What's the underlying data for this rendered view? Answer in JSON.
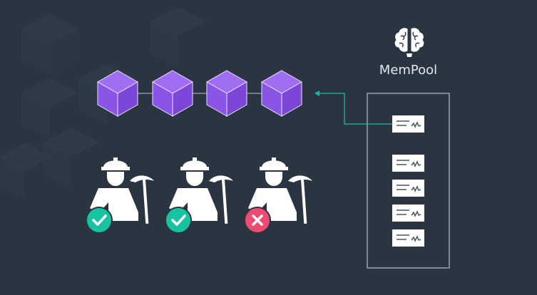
{
  "mempool": {
    "title": "MemPool",
    "transaction_count": 5,
    "queued_transaction_count": 4,
    "submitted_transaction_count": 1
  },
  "blockchain": {
    "block_count": 4,
    "block_color": "#8d57e8"
  },
  "miners": [
    {
      "status": "approved",
      "badge_icon": "checkmark-icon",
      "badge_color": "#17c3a1"
    },
    {
      "status": "approved",
      "badge_icon": "checkmark-icon",
      "badge_color": "#17c3a1"
    },
    {
      "status": "rejected",
      "badge_icon": "cross-icon",
      "badge_color": "#ee4b73"
    }
  ],
  "colors": {
    "background": "#2b3541",
    "arrow": "#1fb7a3",
    "mempool_border": "#8f9dab",
    "text": "#e4e8ec"
  }
}
